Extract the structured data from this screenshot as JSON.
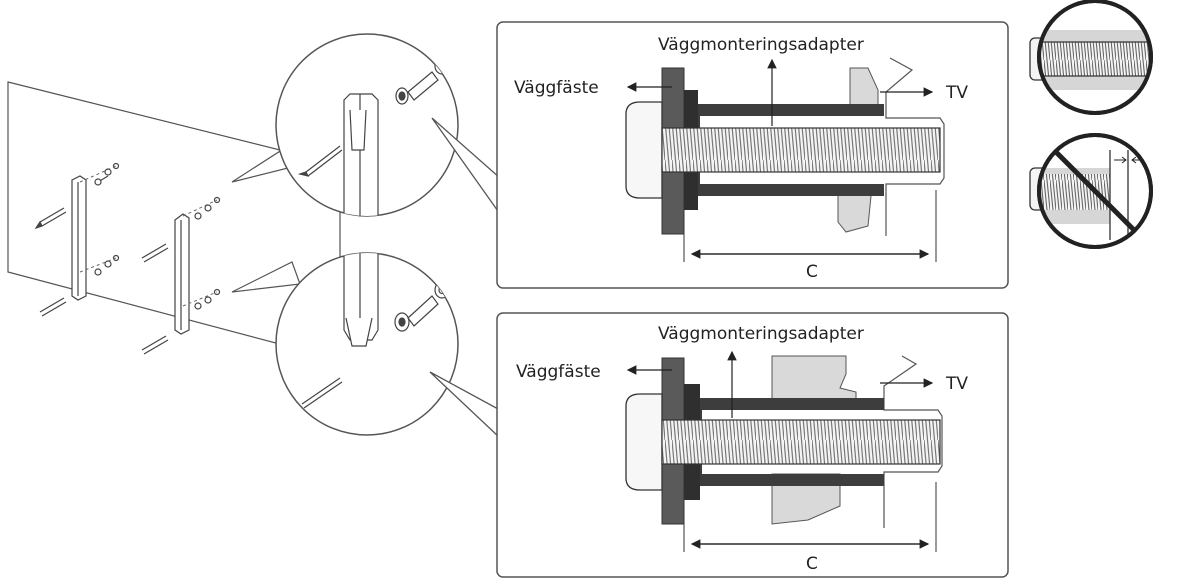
{
  "panel_top": {
    "adapter_label": "Väggmonteringsadapter",
    "bracket_label": "Väggfäste",
    "tv_label": "TV",
    "dimension_label": "C"
  },
  "panel_bottom": {
    "adapter_label": "Väggmonteringsadapter",
    "bracket_label": "Väggfäste",
    "tv_label": "TV",
    "dimension_label": "C"
  },
  "screw_checks": [
    {
      "status": "correct",
      "icon": "screw-fully-engaged-icon"
    },
    {
      "status": "incorrect",
      "icon": "screw-with-gap-prohibited-icon"
    }
  ]
}
